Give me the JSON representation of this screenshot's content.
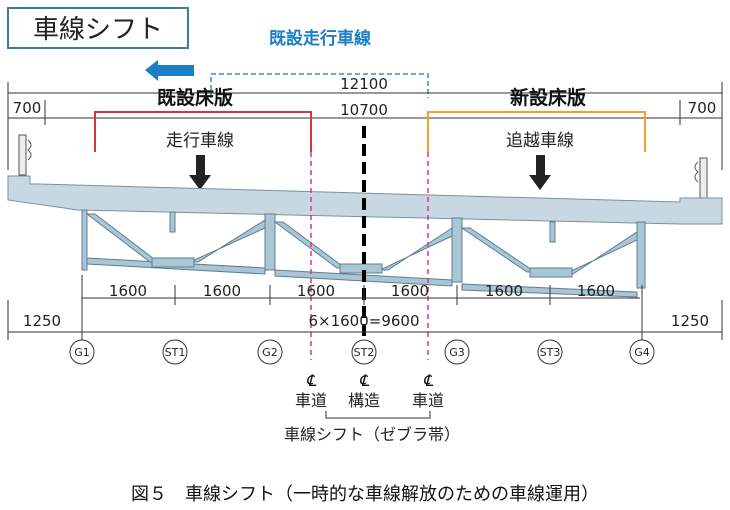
{
  "title": "車線シフト",
  "existing_lane_label": "既設走行車線",
  "dims": {
    "total": "12100",
    "inner": "10700",
    "left_edge": "700",
    "right_edge": "700",
    "spans": [
      "1600",
      "1600",
      "1600",
      "1600",
      "1600",
      "1600"
    ],
    "total_span": "6×1600=9600",
    "left_overhang": "1250",
    "right_overhang": "1250"
  },
  "slab_labels": {
    "existing": "既設床版",
    "new": "新設床版"
  },
  "lanes": {
    "driving": "走行車線",
    "passing": "追越車線"
  },
  "girders": [
    "G1",
    "ST1",
    "G2",
    "ST2",
    "G3",
    "ST3",
    "G4"
  ],
  "centerlines": {
    "symbol": "℄",
    "left": "車道",
    "center": "構造",
    "right": "車道"
  },
  "shift_label": "車線シフト（ゼブラ帯）",
  "caption": "図５　車線シフト（一時的な車線解放のための車線運用）",
  "colors": {
    "blue": "#1a7fc4",
    "red": "#d9333f",
    "orange": "#f0a030",
    "magenta": "#e0308a",
    "steel": "#a9c6d6"
  }
}
